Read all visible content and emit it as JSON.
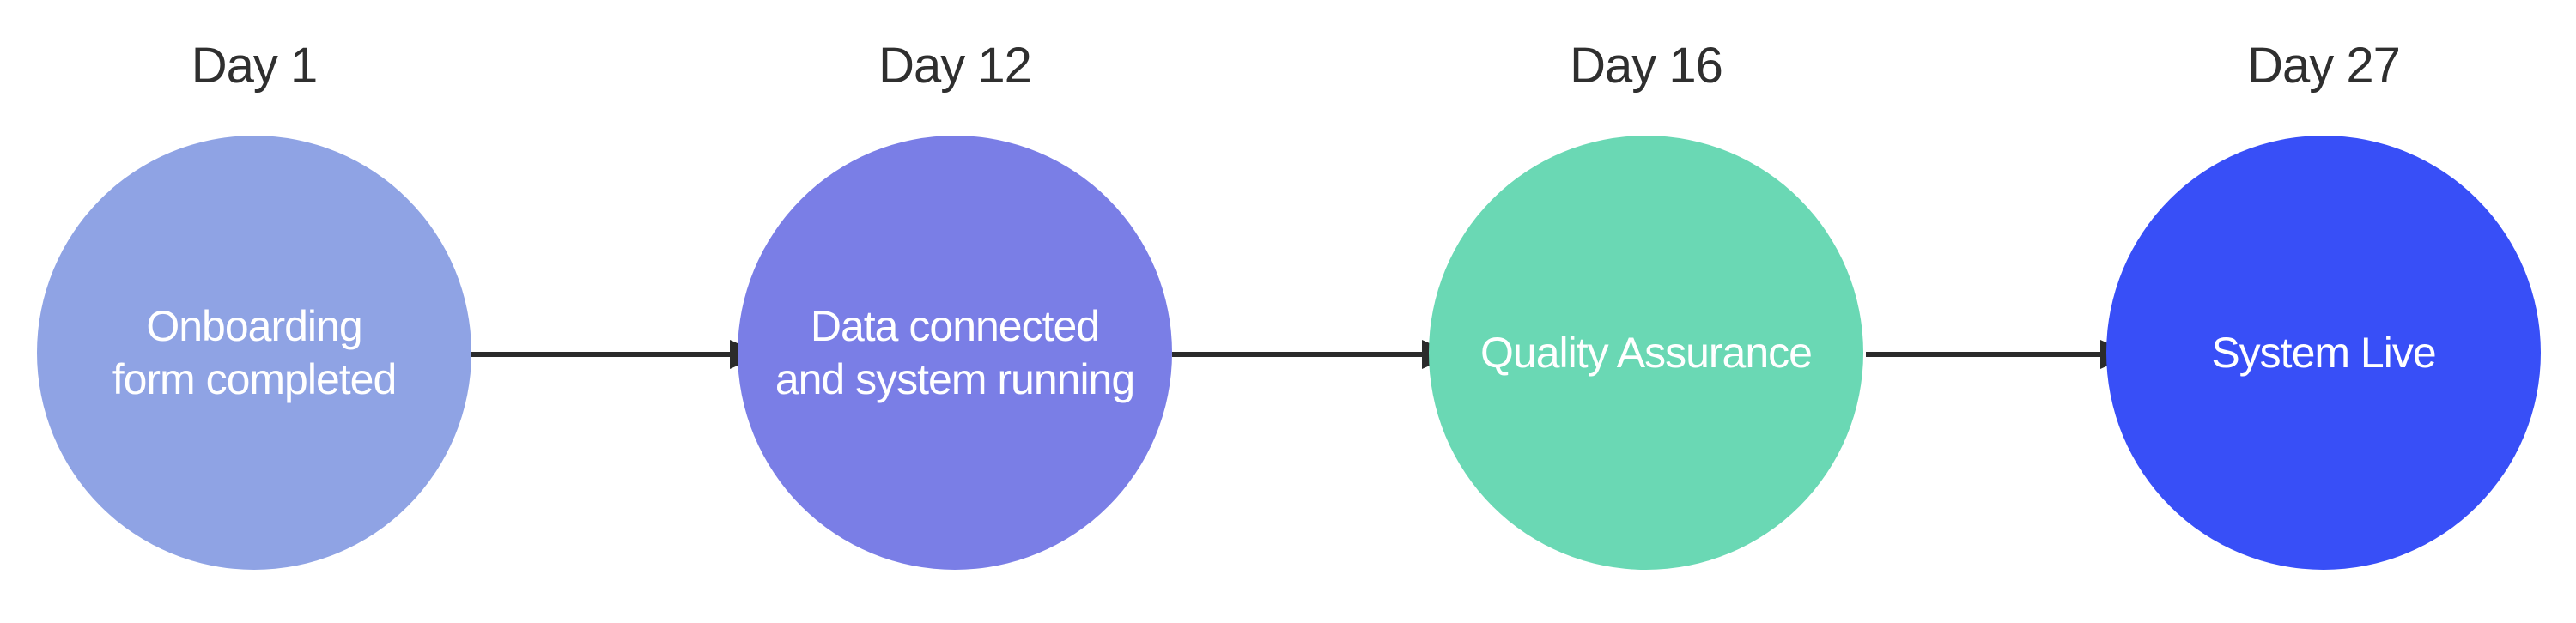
{
  "steps": [
    {
      "day": "Day 1",
      "text": "Onboarding form completed",
      "color": "#8fa3e4"
    },
    {
      "day": "Day 12",
      "text": "Data connected and system running",
      "color": "#7a7ee6"
    },
    {
      "day": "Day 16",
      "text": "Quality Assurance",
      "color": "#6ad8b4"
    },
    {
      "day": "Day 27",
      "text": "System Live",
      "color": "#384ff7"
    }
  ]
}
